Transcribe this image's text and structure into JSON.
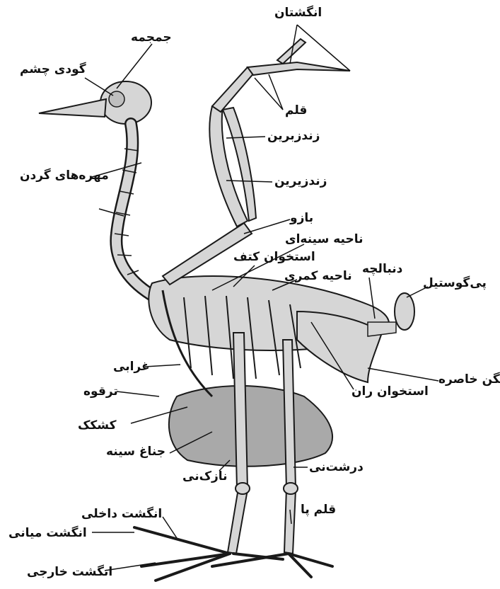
{
  "colors": {
    "bone_fill": "#d6d6d6",
    "bone_stroke": "#1a1a1a",
    "sternum_fill": "#a9a9a9",
    "leader": "#111111",
    "background": "#ffffff"
  },
  "labels": {
    "fingers": "انگشتان",
    "skull": "جمجمه",
    "eye_socket": "گودی چشم",
    "carpometacarpus": "قلم",
    "radius": "زندزبرین",
    "ulna": "زندزیرین",
    "neck_vertebrae": "مهره‌های گردن",
    "humerus": "بازو",
    "thoracic_region": "ناحیه سینه‌ای",
    "scapula": "استخوان کتف",
    "lumbar_region": "ناحیه کمری",
    "tail": "دنبالچه",
    "pygostyle": "پی‌گوستیل",
    "coracoid": "غرابی",
    "furcula": "ترقوه",
    "pelvis": "لگن خاصره",
    "femur": "استخوان ران",
    "keel": "کشکک",
    "sternum_keel": "جناغ سینه",
    "tibiotarsus": "درشت‌نی",
    "fibula": "نازک‌نی",
    "inner_toe": "انگشت داخلی",
    "tarsometatarsus": "قلم پا",
    "middle_toe": "انگشت میانی",
    "outer_toe": "انگشت خارجی"
  }
}
